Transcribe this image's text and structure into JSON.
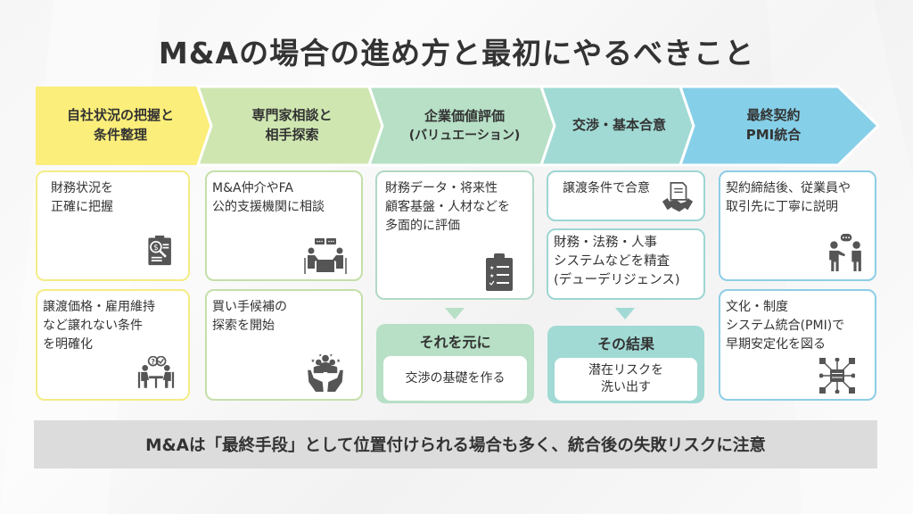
{
  "title": "M&Aの場合の進め方と最初にやるべきこと",
  "colors": {
    "step1": "#fbee7a",
    "step2": "#cfe6b1",
    "step3": "#b7e0c6",
    "step4": "#a1dad5",
    "step5": "#86cfe8",
    "icon": "#555555",
    "footer_bg": "#dcdcdc"
  },
  "steps": [
    {
      "label_line1": "自社状況の把握と",
      "label_line2": "条件整理",
      "cards": [
        {
          "text": "財務状況を\n正確に把握",
          "icon": "financial-report-search-icon"
        },
        {
          "text": "譲渡価格・雇用維持\nなど譲れない条件\nを明確化",
          "icon": "negotiation-meeting-icon"
        }
      ]
    },
    {
      "label_line1": "専門家相談と",
      "label_line2": "相手探索",
      "cards": [
        {
          "text": "M&A仲介やFA\n公的支援機関に相談",
          "icon": "consultation-meeting-icon"
        },
        {
          "text": "買い手候補の\n探索を開始",
          "icon": "hands-holding-people-icon"
        }
      ]
    },
    {
      "label_line1": "企業価値評価",
      "label_line2": "(バリュエーション)",
      "cards": [
        {
          "text": "財務データ・将来性\n顧客基盤・人材などを\n多面的に評価",
          "icon": "checklist-clipboard-icon"
        }
      ],
      "result": {
        "heading": "それを元に",
        "body": "交渉の基礎を作る"
      }
    },
    {
      "label_line1": "交渉・基本合意",
      "label_line2": "",
      "cards": [
        {
          "text": "譲渡条件で合意",
          "icon": "handshake-contract-icon"
        },
        {
          "text": "財務・法務・人事\nシステムなどを精査\n(デューデリジェンス)",
          "icon": ""
        }
      ],
      "result": {
        "heading": "その結果",
        "body": "潜在リスクを\n洗い出す"
      }
    },
    {
      "label_line1": "最終契約",
      "label_line2": "PMI統合",
      "cards": [
        {
          "text": "契約締結後、従業員や\n取引先に丁寧に説明",
          "icon": "explaining-people-icon"
        },
        {
          "text": "文化・制度\nシステム統合(PMI)で\n早期安定化を図る",
          "icon": "system-integration-network-icon"
        }
      ]
    }
  ],
  "footer": "M&Aは「最終手段」として位置付けられる場合も多く、統合後の失敗リスクに注意"
}
